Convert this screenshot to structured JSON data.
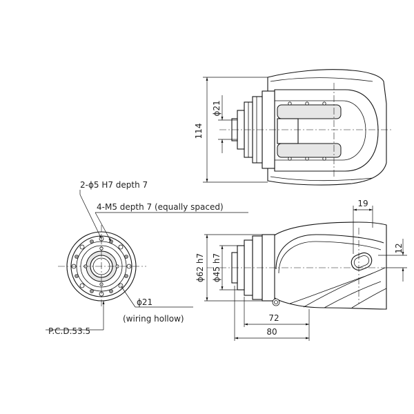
{
  "dimensions": {
    "top_view_height": "114",
    "top_view_bore": "ϕ21",
    "side_outer_diameter": "ϕ62 h7",
    "side_inner_diameter": "ϕ45 h7",
    "length_72": "72",
    "length_80": "80",
    "width_19": "19",
    "offset_12": "12"
  },
  "annotations": {
    "pin_holes": "2-ϕ5 H7 depth 7",
    "tapped_holes": "4-M5 depth 7 (equally spaced)",
    "bore": "ϕ21",
    "bore_note": "(wiring hollow)",
    "pcd": "P.C.D.53.5"
  }
}
